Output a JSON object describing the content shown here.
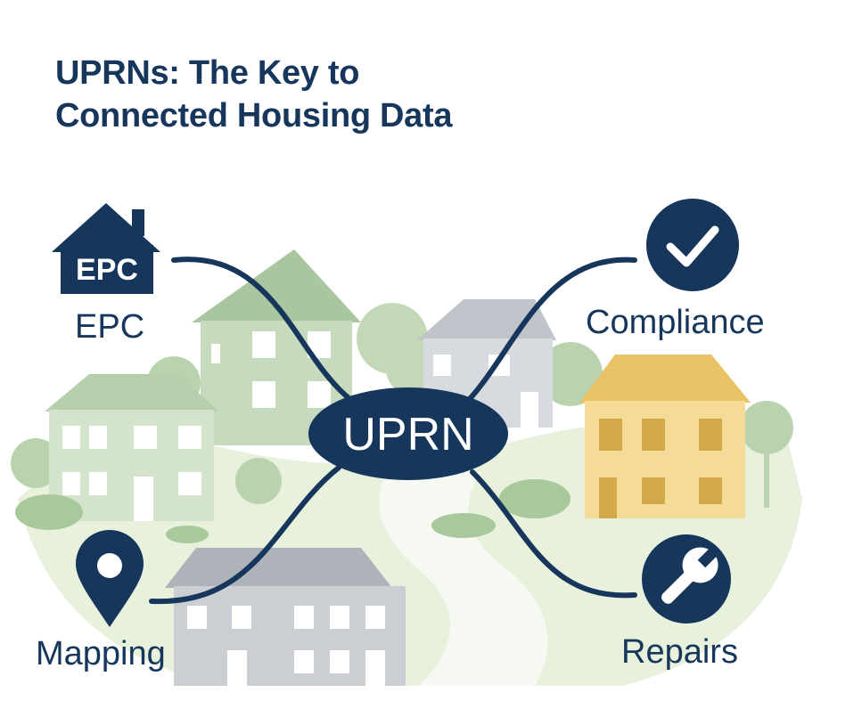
{
  "title": {
    "line1": "UPRNs: The Key to",
    "line2": "Connected Housing Data"
  },
  "hub": {
    "label": "UPRN"
  },
  "nodes": {
    "epc": {
      "label": "EPC",
      "icon_text": "EPC",
      "icon": "house-icon"
    },
    "compliance": {
      "label": "Compliance",
      "icon": "checkmark-icon"
    },
    "mapping": {
      "label": "Mapping",
      "icon": "map-pin-icon"
    },
    "repairs": {
      "label": "Repairs",
      "icon": "wrench-icon"
    }
  },
  "colors": {
    "navy": "#16365c",
    "green_house": "#a9c6a0",
    "grey_house": "#c6cbd1",
    "yellow_house": "#f2d58a",
    "ground": "#e8f1dc"
  }
}
